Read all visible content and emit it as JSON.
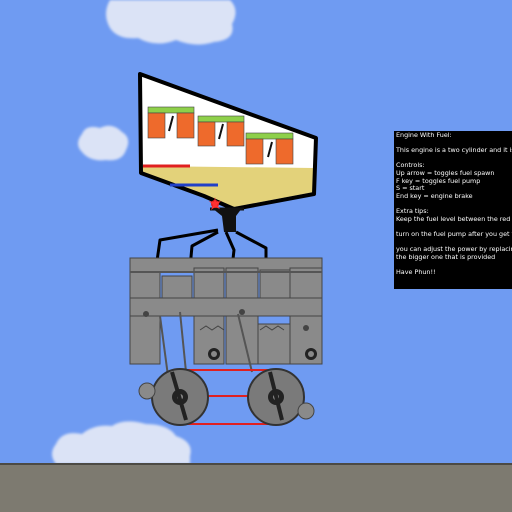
{
  "colors": {
    "sky": "#6f9bf2",
    "ground": "#7d7a70",
    "ground_line": "#4c4a44",
    "cloud": "#dbe3f6",
    "hopper_fill": "#ffffff",
    "hopper_outline": "#000000",
    "fuel": "#e3d27a",
    "piston_orange": "#ee6a2c",
    "piston_green": "#8ed04a",
    "indicator_red": "#e02020",
    "indicator_blue": "#2140c8",
    "machine_gray": "#8a8a8a",
    "machine_dark": "#555555",
    "belt_red": "#e02020",
    "panel_bg": "#000000",
    "panel_text": "#ffffff"
  },
  "info_panel": {
    "lines": [
      "Engine With Fuel:",
      "",
      "This engine is a two cylinder and it is",
      "",
      "Controls:",
      "Up arrow = toggles fuel spawn",
      "F key = toggles fuel pump",
      "S = start",
      "End key = engine brake",
      "",
      "Extra tips:",
      "Keep the fuel level between the red",
      "",
      "turn on the fuel pump after you get t",
      "",
      "you can adjust the power by replacin",
      "the bigger one that is provided",
      "",
      "Have Phun!!"
    ]
  },
  "icons": [
    "spark-icon"
  ]
}
